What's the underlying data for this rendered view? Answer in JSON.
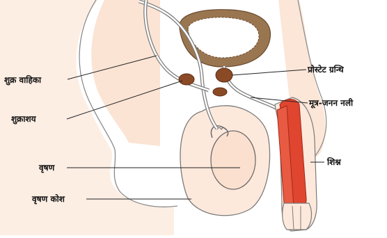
{
  "labels": {
    "vas_deferens": "शुक्र वाहिका",
    "seminal_vesicle": "शुक्राशय",
    "testis": "वृषण",
    "scrotum": "वृषण कोश",
    "prostate": "प्रोस्टेट ग्रन्थि",
    "urethra": "मूत्र-जनन नली",
    "penis": "शिश्न"
  },
  "colors": {
    "skin": "#f9dcc8",
    "skin_shade": "#f4c7ab",
    "outline": "#6a6a6a",
    "bladder_wall": "#8a6a4a",
    "gland": "#8b4a26",
    "penis_red": "#e0452f",
    "leader_line": "#222222"
  }
}
